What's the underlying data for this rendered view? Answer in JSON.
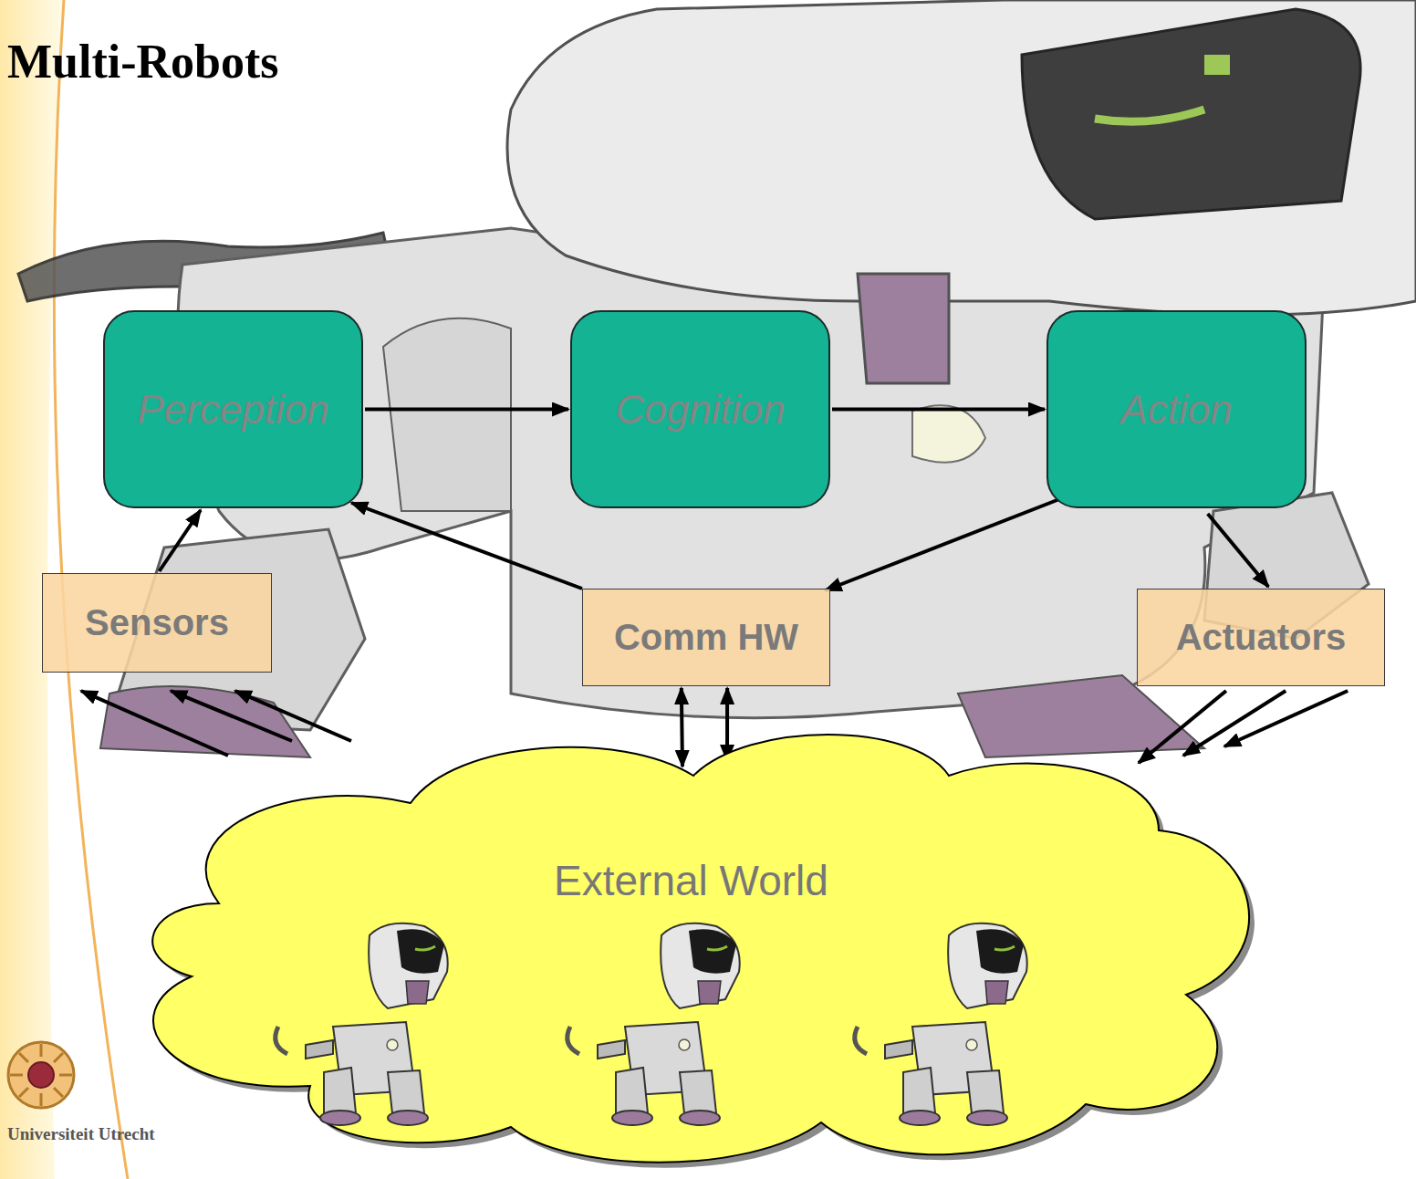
{
  "diagram": {
    "title": "Multi-Robots",
    "nodes": [
      {
        "text": [
          "Perception"
        ]
      },
      {
        "text": [
          "Cognition"
        ]
      },
      {
        "text": [
          "Action"
        ]
      },
      {
        "text": [
          "Sensors"
        ]
      },
      {
        "text": [
          "Comm HW"
        ]
      },
      {
        "text": [
          "Actuators"
        ]
      },
      {
        "text": [
          "External World"
        ]
      }
    ],
    "edges": [
      {
        "from": 0,
        "to": 1,
        "arrow": "to"
      },
      {
        "from": 1,
        "to": 2,
        "arrow": "to"
      },
      {
        "from": 3,
        "to": 0,
        "arrow": "to"
      },
      {
        "from": 4,
        "to": 0,
        "arrow": "to"
      },
      {
        "from": 2,
        "to": 4,
        "arrow": "to"
      },
      {
        "from": 2,
        "to": 5,
        "arrow": "to"
      },
      {
        "from": 4,
        "to": 6,
        "arrow": "both"
      },
      {
        "from": 4,
        "to": 6,
        "arrow": "both"
      },
      {
        "from": 6,
        "to": 3,
        "arrow": "to"
      },
      {
        "from": 6,
        "to": 3,
        "arrow": "to"
      },
      {
        "from": 6,
        "to": 3,
        "arrow": "to"
      },
      {
        "from": 5,
        "to": 6,
        "arrow": "to"
      },
      {
        "from": 5,
        "to": 6,
        "arrow": "to"
      },
      {
        "from": 5,
        "to": 6,
        "arrow": "to"
      }
    ],
    "labels": [
      "Universiteit Utrecht"
    ]
  }
}
